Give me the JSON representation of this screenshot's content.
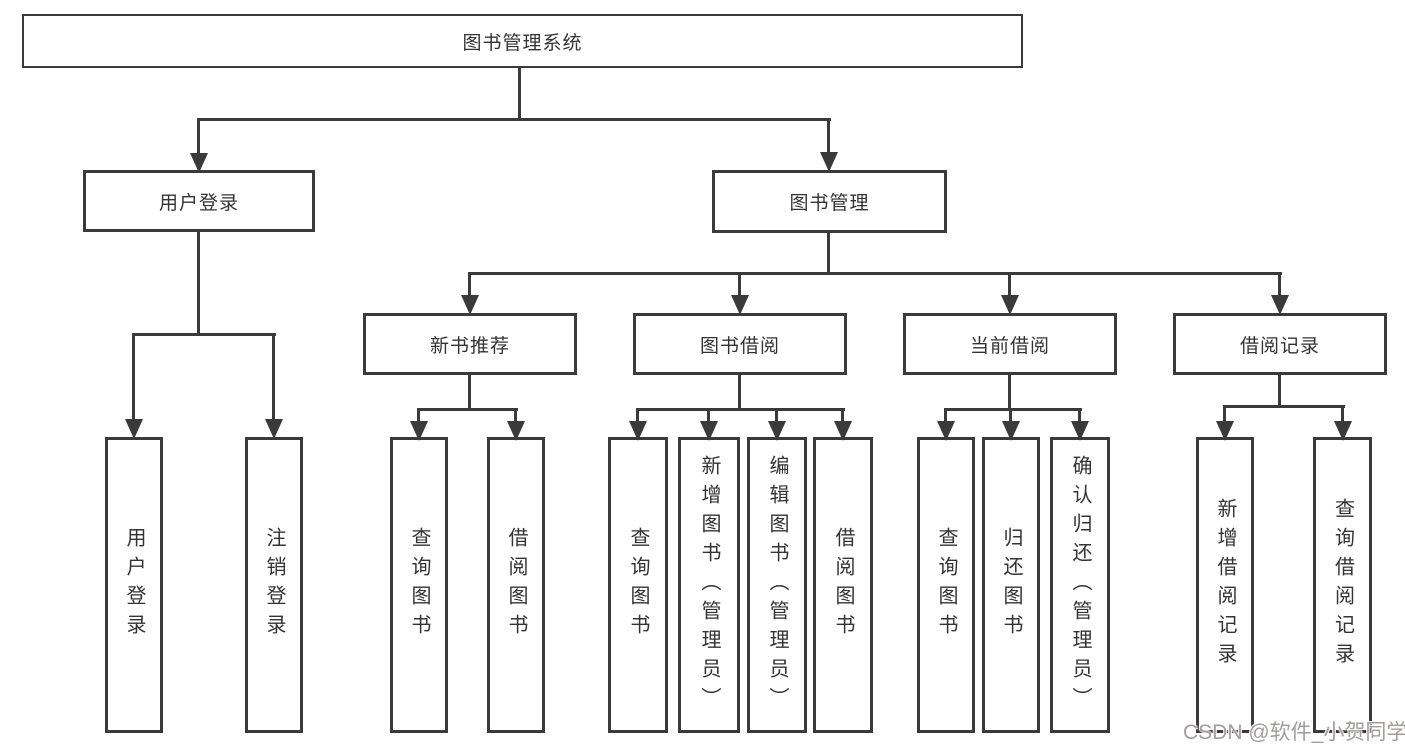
{
  "tree": {
    "label": "图书管理系统",
    "children": [
      {
        "label": "用户登录",
        "children": [
          {
            "label": "用户登录"
          },
          {
            "label": "注销登录"
          }
        ]
      },
      {
        "label": "图书管理",
        "children": [
          {
            "label": "新书推荐",
            "children": [
              {
                "label": "查询图书"
              },
              {
                "label": "借阅图书"
              }
            ]
          },
          {
            "label": "图书借阅",
            "children": [
              {
                "label": "查询图书"
              },
              {
                "label": "新增图书（管理员）"
              },
              {
                "label": "编辑图书（管理员）"
              },
              {
                "label": "借阅图书"
              }
            ]
          },
          {
            "label": "当前借阅",
            "children": [
              {
                "label": "查询图书"
              },
              {
                "label": "归还图书"
              },
              {
                "label": "确认归还（管理员）"
              }
            ]
          },
          {
            "label": "借阅记录",
            "children": [
              {
                "label": "新增借阅记录"
              },
              {
                "label": "查询借阅记录"
              }
            ]
          }
        ]
      }
    ]
  },
  "watermark": {
    "text": "CSDN @软件_小贺同学"
  },
  "colors": {
    "line": "#3a3a3a",
    "text": "#333333",
    "watermark": "#a39c9c",
    "background": "#ffffff"
  }
}
